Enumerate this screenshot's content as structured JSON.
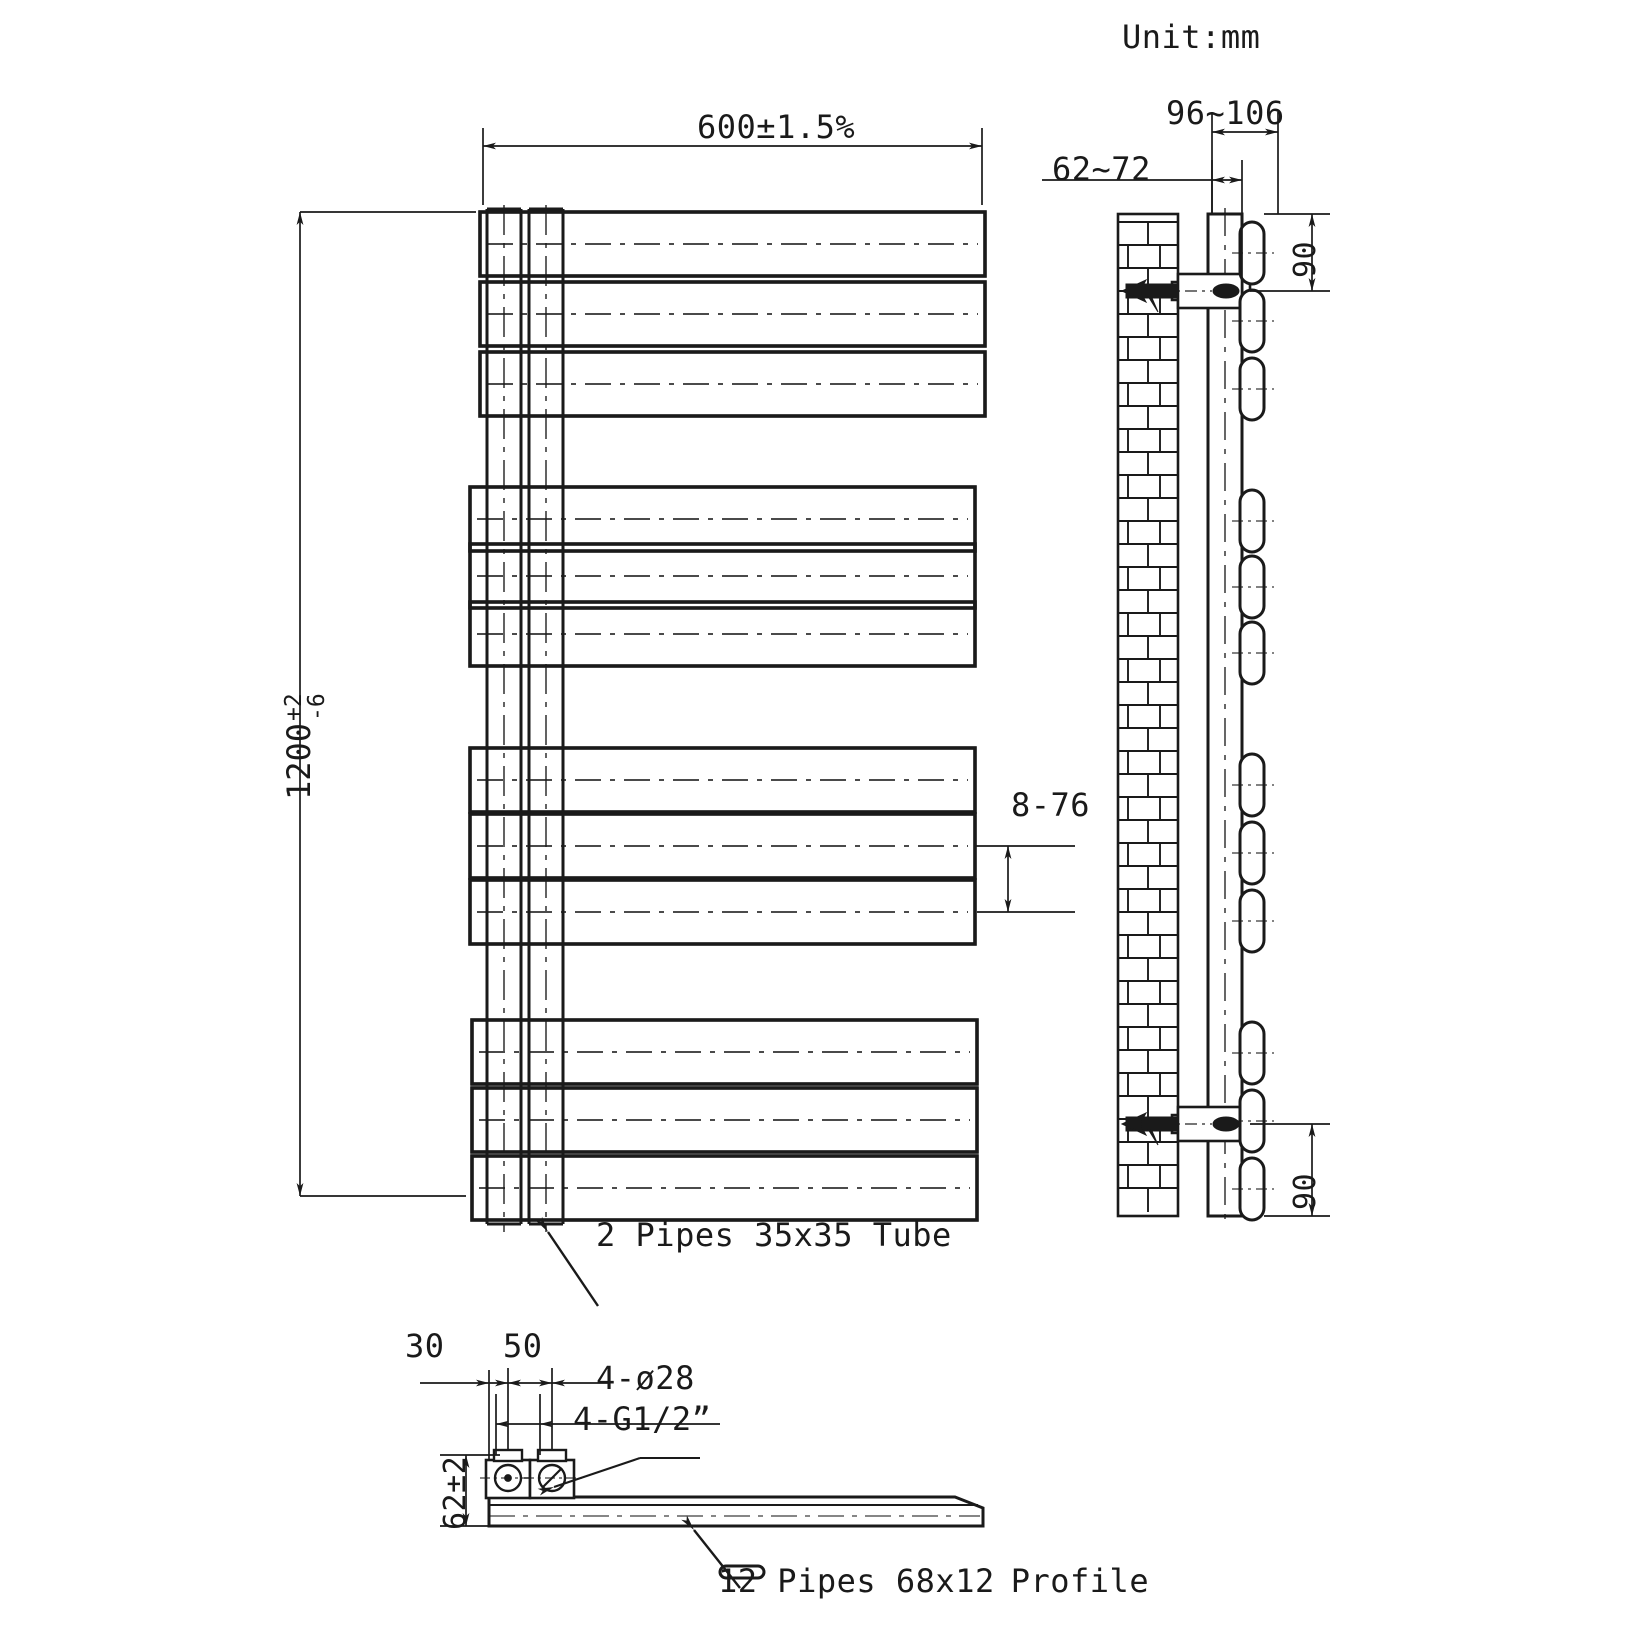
{
  "drawing": {
    "title_note": "Unit:mm",
    "type": "technical-drawing",
    "subject": "Designer heated towel rail radiator — front view, side (wall) section view, and bottom plan view",
    "line_color": "#1a1a1a",
    "background_color": "#ffffff"
  },
  "front_view": {
    "width_dimension": "600±1.5%",
    "height_dimension": {
      "value": "1200",
      "tolerance_upper": "+2",
      "tolerance_lower": "-6"
    },
    "bar_spacing_callout": "8-76",
    "pipe_callout": "2 Pipes 35x35 Tube",
    "bar_groups": 4,
    "bars_per_group": 3,
    "total_bars": 12
  },
  "side_view": {
    "wall_offset_dimension": "62~72",
    "total_depth_dimension": "96~106",
    "top_bracket_dimension": "90",
    "bottom_bracket_dimension": "90",
    "wall_hatch": "brickwork"
  },
  "bottom_view": {
    "edge_offset_dimension": "30",
    "centre_spacing_dimension": "50",
    "hole_callout": "4-ø28",
    "thread_callout": "4-G1/2”",
    "depth_dimension": "62±2",
    "profile_callout_prefix": "12  Pipes  68x12",
    "profile_callout_suffix": "Profile",
    "profile_glyph": "oval-profile-icon"
  }
}
